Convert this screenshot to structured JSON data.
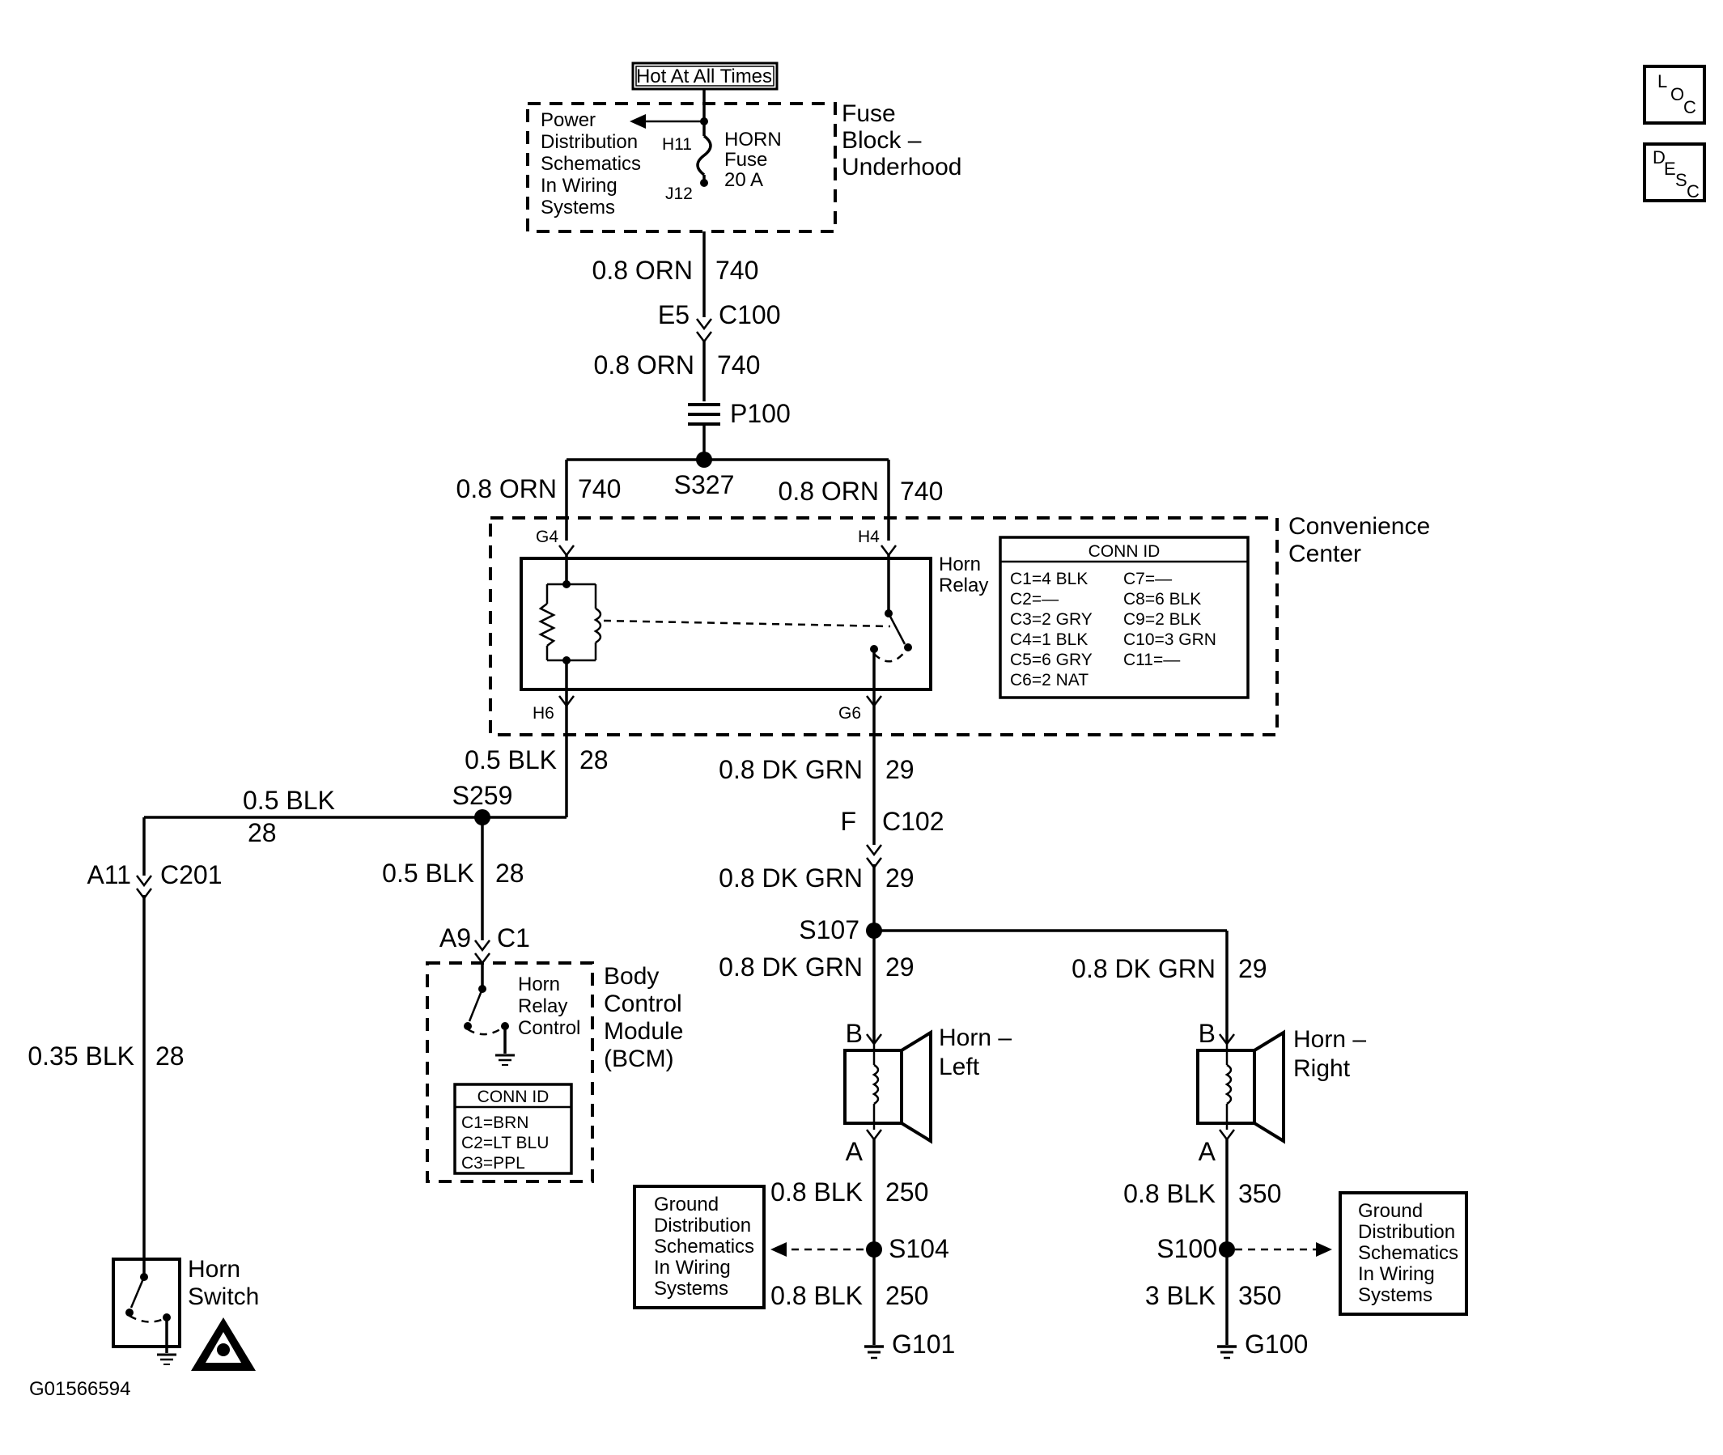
{
  "header": {
    "hot_label": "Hot At All Times"
  },
  "icons": {
    "loc_L": "L",
    "loc_O": "O",
    "loc_C": "C",
    "desc_D": "D",
    "desc_E": "E",
    "desc_S": "S",
    "desc_C": "C"
  },
  "fuse_block": {
    "title_1": "Fuse",
    "title_2": "Block –",
    "title_3": "Underhood",
    "power_ref": [
      "Power",
      "Distribution",
      "Schematics",
      "In Wiring",
      "Systems"
    ],
    "pin_top": "H11",
    "pin_bottom": "J12",
    "fuse_1": "HORN",
    "fuse_2": "Fuse",
    "fuse_3": "20 A"
  },
  "wire_main": {
    "w1_size": "0.8 ORN",
    "w1_circuit": "740",
    "c100_pin": "E5",
    "c100": "C100",
    "w2_size": "0.8 ORN",
    "w2_circuit": "740",
    "p100": "P100",
    "splice": "S327",
    "left_size": "0.8 ORN",
    "left_circuit": "740",
    "right_size": "0.8 ORN",
    "right_circuit": "740"
  },
  "convenience": {
    "title_1": "Convenience",
    "title_2": "Center",
    "pin_g4": "G4",
    "pin_h4": "H4",
    "pin_h6": "H6",
    "pin_g6": "G6",
    "relay_1": "Horn",
    "relay_2": "Relay",
    "conn_title": "CONN ID",
    "conn_left": [
      "C1=4 BLK",
      "C2=—",
      "C3=2 GRY",
      "C4=1 BLK",
      "C5=6 GRY",
      "C6=2 NAT"
    ],
    "conn_right": [
      "C7=—",
      "C8=6 BLK",
      "C9=2 BLK",
      "C10=3 GRN",
      "C11=—"
    ]
  },
  "left_branch": {
    "w1_size": "0.5 BLK",
    "w1_circuit": "28",
    "splice": "S259",
    "w2_size": "0.5 BLK",
    "w2_circuit": "28",
    "c201_pin": "A11",
    "c201": "C201",
    "w3_size": "0.5 BLK",
    "w3_circuit": "28",
    "c1_pin": "A9",
    "c1": "C1",
    "w4_size": "0.35 BLK",
    "w4_circuit": "28"
  },
  "bcm": {
    "title_1": "Body",
    "title_2": "Control",
    "title_3": "Module",
    "title_4": "(BCM)",
    "sw_1": "Horn",
    "sw_2": "Relay",
    "sw_3": "Control",
    "conn_title": "CONN ID",
    "conn": [
      "C1=BRN",
      "C2=LT BLU",
      "C3=PPL"
    ]
  },
  "horn_switch": {
    "title_1": "Horn",
    "title_2": "Switch"
  },
  "center_branch": {
    "w1_size": "0.8 DK GRN",
    "w1_circuit": "29",
    "c102_pin": "F",
    "c102": "C102",
    "w2_size": "0.8 DK GRN",
    "w2_circuit": "29",
    "splice": "S107",
    "w3_size": "0.8 DK GRN",
    "w3_circuit": "29",
    "w4_size": "0.8 DK GRN",
    "w4_circuit": "29"
  },
  "horn_left": {
    "title_1": "Horn –",
    "title_2": "Left",
    "pin_b": "B",
    "pin_a": "A",
    "w1_size": "0.8 BLK",
    "w1_circuit": "250",
    "splice": "S104",
    "w2_size": "0.8 BLK",
    "w2_circuit": "250",
    "ground": "G101",
    "ground_ref": [
      "Ground",
      "Distribution",
      "Schematics",
      "In Wiring",
      "Systems"
    ]
  },
  "horn_right": {
    "title_1": "Horn –",
    "title_2": "Right",
    "pin_b": "B",
    "pin_a": "A",
    "w1_size": "0.8 BLK",
    "w1_circuit": "350",
    "splice": "S100",
    "w2_size": "3 BLK",
    "w2_circuit": "350",
    "ground": "G100",
    "ground_ref": [
      "Ground",
      "Distribution",
      "Schematics",
      "In Wiring",
      "Systems"
    ]
  },
  "footer": {
    "figure_id": "G01566594"
  }
}
